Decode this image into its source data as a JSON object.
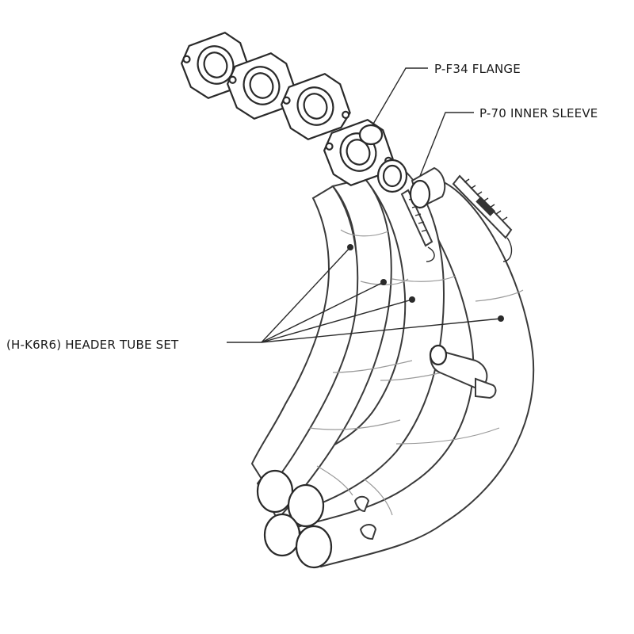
{
  "callouts": {
    "flange": "P-F34  FLANGE",
    "inner_sleeve": "P-70  INNER SLEEVE",
    "header_set": "(H-K6R6)  HEADER TUBE SET"
  },
  "colors": {
    "line": "#2a2a2a",
    "weld_seam": "#9a9a9a",
    "background": "#ffffff"
  }
}
